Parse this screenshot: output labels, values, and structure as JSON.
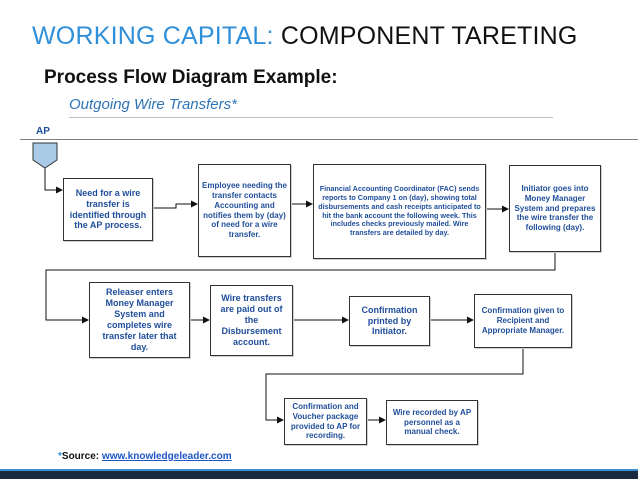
{
  "header": {
    "title_accent": "WORKING CAPITAL:",
    "title_rest": "COMPONENT TARETING",
    "subtitle": "Process Flow Diagram Example:",
    "flow_title": "Outgoing Wire Transfers*"
  },
  "lane": {
    "label": "AP"
  },
  "steps": [
    {
      "id": "s1",
      "text": "Need for a wire transfer is identified through the AP process."
    },
    {
      "id": "s2",
      "text": "Employee needing the transfer contacts Accounting and notifies them by (day) of need for a wire transfer."
    },
    {
      "id": "s3",
      "text": "Financial Accounting Coordinator (FAC) sends reports to Company 1 on (day), showing total disbursements and cash receipts anticipated to hit the bank account the following week. This includes checks previously mailed. Wire transfers are detailed by day."
    },
    {
      "id": "s4",
      "text": "Initiator goes into Money Manager System and prepares the wire transfer the following (day)."
    },
    {
      "id": "s5",
      "text": "Releaser enters Money Manager System and completes wire transfer later that day."
    },
    {
      "id": "s6",
      "text": "Wire transfers are paid out of the Disbursement account."
    },
    {
      "id": "s7",
      "text": "Confirmation printed by Initiator."
    },
    {
      "id": "s8",
      "text": "Confirmation given to Recipient and Appropriate Manager."
    },
    {
      "id": "s9",
      "text": "Confirmation and Voucher package provided to AP for recording."
    },
    {
      "id": "s10",
      "text": "Wire recorded by AP personnel as a manual check."
    }
  ],
  "footer": {
    "star": "*",
    "source_label": "Source: ",
    "source_link": "www.knowledgeleader.com"
  },
  "colors": {
    "accent": "#2f8fd8",
    "box_text": "#1f4e9a",
    "start_shape": "#a9cbe8",
    "connector": "#111111",
    "bottom_band": "#1b2a3f"
  }
}
